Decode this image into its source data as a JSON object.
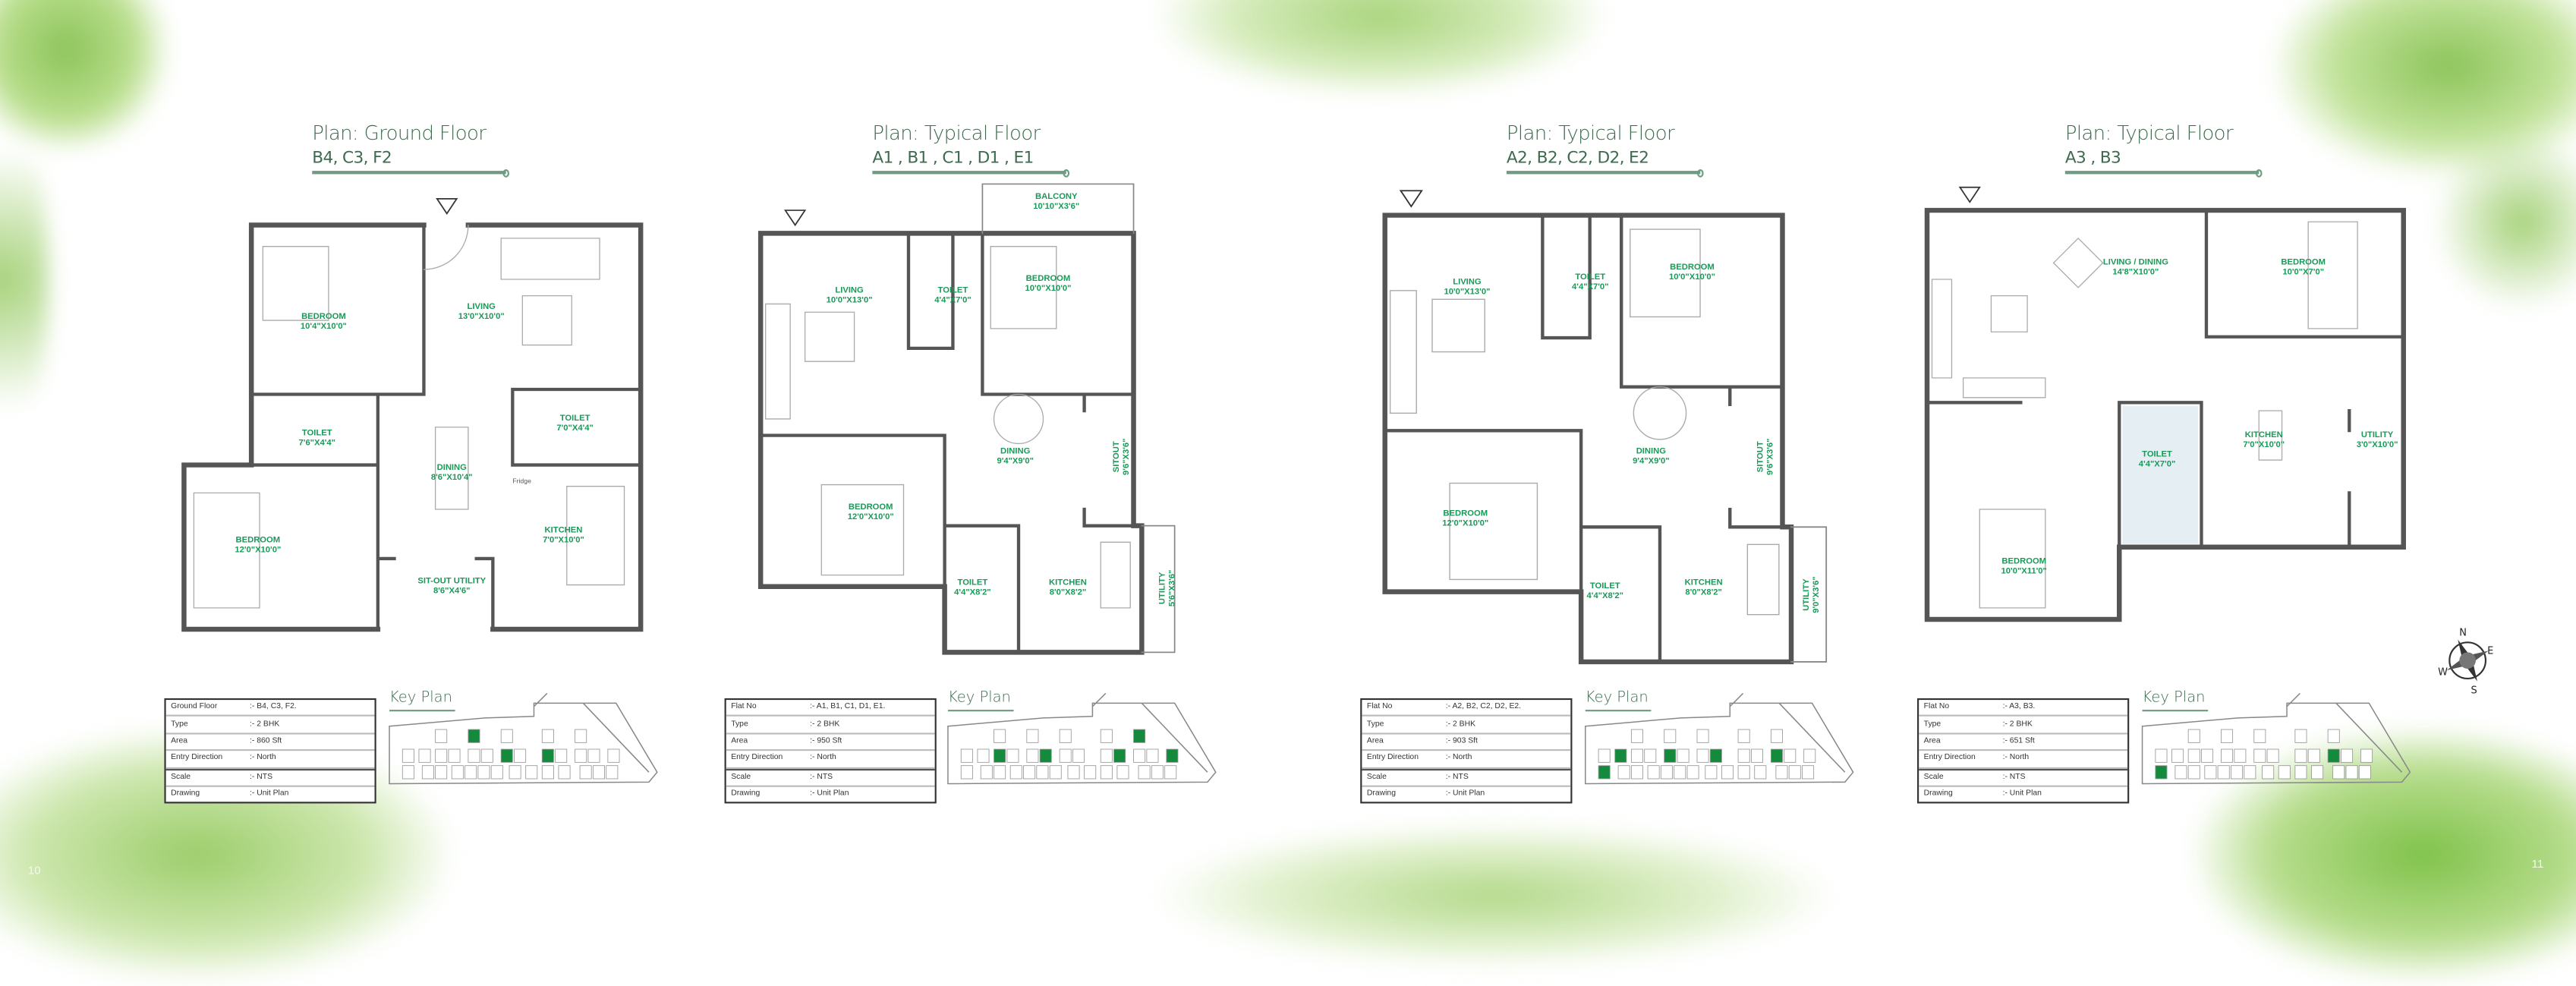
{
  "colors": {
    "label_green": "#1a9a58",
    "title_green": "#3c6b4e",
    "highlight_unit": "#138a3c",
    "wall": "#555555"
  },
  "plans": [
    {
      "title": "Plan: Ground Floor",
      "subtitle": "B4, C3, F2",
      "rooms": [
        {
          "name": "BEDROOM",
          "dims": "10'4\"X10'0\""
        },
        {
          "name": "LIVING",
          "dims": "13'0\"X10'0\""
        },
        {
          "name": "TOILET",
          "dims": "7'6\"X4'4\""
        },
        {
          "name": "TOILET",
          "dims": "7'0\"X4'4\""
        },
        {
          "name": "DINING",
          "dims": "8'6\"X10'4\""
        },
        {
          "name": "BEDROOM",
          "dims": "12'0\"X10'0\""
        },
        {
          "name": "KITCHEN",
          "dims": "7'0\"X10'0\""
        },
        {
          "name": "SIT-OUT UTILITY",
          "dims": "8'6\"X4'6\""
        }
      ],
      "fixture_label": "Fridge",
      "info": [
        {
          "label": "Ground Floor",
          "value": ":- B4, C3, F2."
        },
        {
          "label": "Type",
          "value": ":- 2 BHK"
        },
        {
          "label": "Area",
          "value": ":- 860 Sft"
        },
        {
          "label": "Entry Direction",
          "value": ":- North"
        },
        {
          "label": "Scale",
          "value": ":- NTS"
        },
        {
          "label": "Drawing",
          "value": ":- Unit Plan"
        }
      ],
      "key_plan_label": "Key Plan"
    },
    {
      "title": "Plan: Typical Floor",
      "subtitle": "A1 , B1 , C1 , D1 , E1",
      "rooms": [
        {
          "name": "BALCONY",
          "dims": "10'10\"X3'6\""
        },
        {
          "name": "LIVING",
          "dims": "10'0\"X13'0\""
        },
        {
          "name": "TOILET",
          "dims": "4'4\"X7'0\""
        },
        {
          "name": "BEDROOM",
          "dims": "10'0\"X10'0\""
        },
        {
          "name": "DINING",
          "dims": "9'4\"X9'0\""
        },
        {
          "name": "SITOUT",
          "dims": "9'6\"X3'6\""
        },
        {
          "name": "BEDROOM",
          "dims": "12'0\"X10'0\""
        },
        {
          "name": "TOILET",
          "dims": "4'4\"X8'2\""
        },
        {
          "name": "KITCHEN",
          "dims": "8'0\"X8'2\""
        },
        {
          "name": "UTILITY",
          "dims": "5'6\"X3'6\""
        }
      ],
      "info": [
        {
          "label": "Flat No",
          "value": ":- A1, B1, C1, D1, E1."
        },
        {
          "label": "Type",
          "value": ":- 2 BHK"
        },
        {
          "label": "Area",
          "value": ":- 950 Sft"
        },
        {
          "label": "Entry Direction",
          "value": ":- North"
        },
        {
          "label": "Scale",
          "value": ":- NTS"
        },
        {
          "label": "Drawing",
          "value": ":- Unit Plan"
        }
      ],
      "key_plan_label": "Key Plan"
    },
    {
      "title": "Plan: Typical Floor",
      "subtitle": "A2, B2, C2, D2, E2",
      "rooms": [
        {
          "name": "LIVING",
          "dims": "10'0\"X13'0\""
        },
        {
          "name": "TOILET",
          "dims": "4'4\"X7'0\""
        },
        {
          "name": "BEDROOM",
          "dims": "10'0\"X10'0\""
        },
        {
          "name": "DINING",
          "dims": "9'4\"X9'0\""
        },
        {
          "name": "SITOUT",
          "dims": "9'6\"X3'6\""
        },
        {
          "name": "BEDROOM",
          "dims": "12'0\"X10'0\""
        },
        {
          "name": "TOILET",
          "dims": "4'4\"X8'2\""
        },
        {
          "name": "KITCHEN",
          "dims": "8'0\"X8'2\""
        },
        {
          "name": "UTILITY",
          "dims": "9'0\"X3'6\""
        }
      ],
      "info": [
        {
          "label": "Flat No",
          "value": ":- A2, B2, C2, D2, E2."
        },
        {
          "label": "Type",
          "value": ":- 2 BHK"
        },
        {
          "label": "Area",
          "value": ":- 903 Sft"
        },
        {
          "label": "Entry Direction",
          "value": ":- North"
        },
        {
          "label": "Scale",
          "value": ":- NTS"
        },
        {
          "label": "Drawing",
          "value": ":- Unit Plan"
        }
      ],
      "key_plan_label": "Key Plan"
    },
    {
      "title": "Plan: Typical Floor",
      "subtitle": "A3 , B3",
      "rooms": [
        {
          "name": "LIVING / DINING",
          "dims": "14'8\"X10'0\""
        },
        {
          "name": "BEDROOM",
          "dims": "10'0\"X7'0\""
        },
        {
          "name": "TOILET",
          "dims": "4'4\"X7'0\""
        },
        {
          "name": "KITCHEN",
          "dims": "7'0\"X10'0\""
        },
        {
          "name": "UTILITY",
          "dims": "3'0\"X10'0\""
        },
        {
          "name": "BEDROOM",
          "dims": "10'0\"X11'0\""
        }
      ],
      "info": [
        {
          "label": "Flat No",
          "value": ":- A3, B3."
        },
        {
          "label": "Type",
          "value": ":- 2 BHK"
        },
        {
          "label": "Area",
          "value": ":- 651 Sft"
        },
        {
          "label": "Entry Direction",
          "value": ":- North"
        },
        {
          "label": "Scale",
          "value": ":- NTS"
        },
        {
          "label": "Drawing",
          "value": ":- Unit Plan"
        }
      ],
      "key_plan_label": "Key Plan"
    }
  ],
  "compass": {
    "n": "N",
    "e": "E",
    "s": "S",
    "w": "W"
  },
  "page_numbers": {
    "left": "10",
    "right": "11"
  }
}
